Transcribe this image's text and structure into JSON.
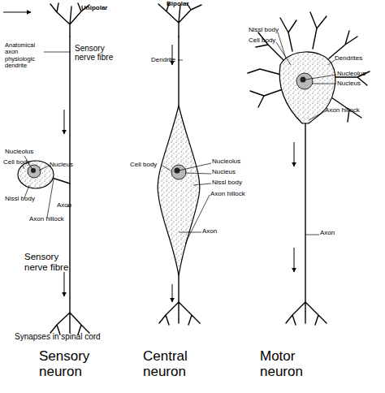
{
  "diagram": {
    "labels": [
      "Unipolar",
      "Bipolar",
      "Anatomical axon physiologic dendrite",
      "Sensory nerve fibre",
      "Dendrite",
      "Nissl body",
      "Cell body",
      "Dendrites",
      "Nucleolus",
      "Nucleus",
      "Axon hillock",
      "Nucleolus",
      "Cell body",
      "Nucleus",
      "Cell body",
      "Nucleolus",
      "Nucleus",
      "Nissl body",
      "Axon hillock",
      "Axon",
      "Nissl body",
      "Axon hillock",
      "Axon",
      "Axon",
      "Sensory nerve fibre",
      "Synapses in spinal cord",
      "Sensory neuron",
      "Central neuron",
      "Motor neuron"
    ]
  }
}
